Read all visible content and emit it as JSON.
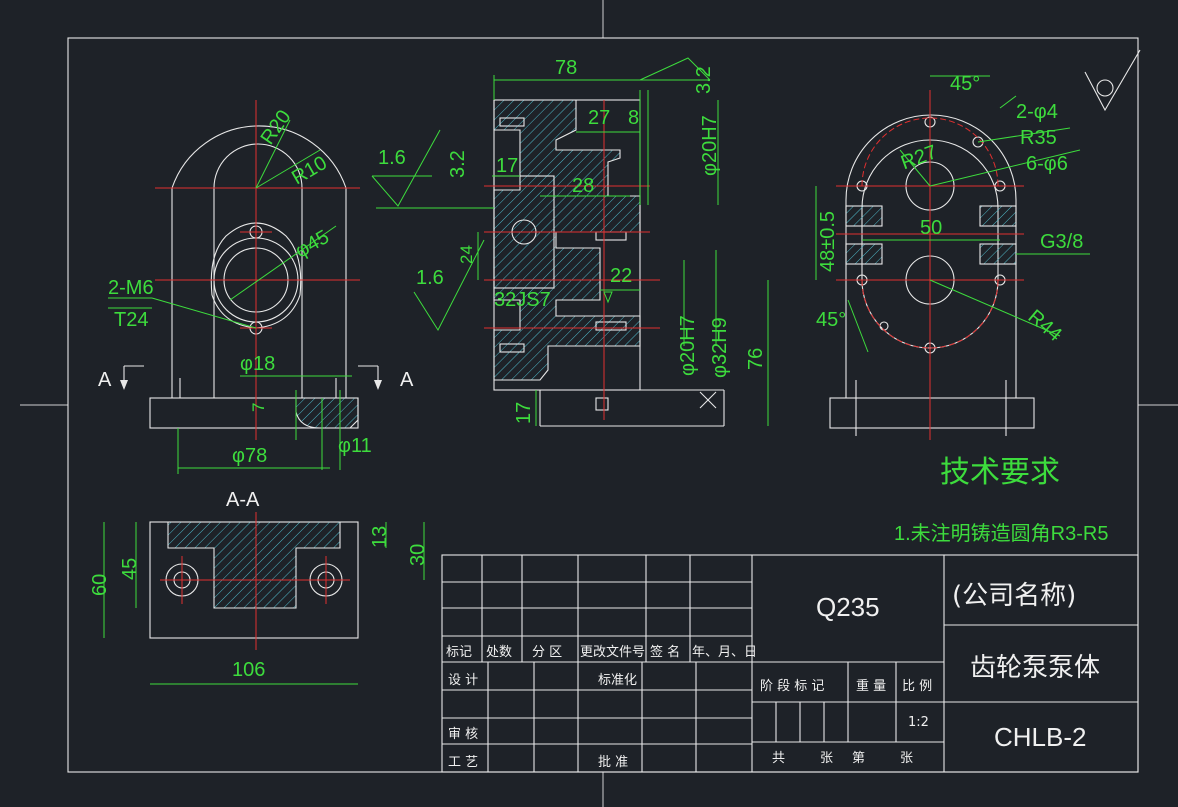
{
  "dimensions": {
    "top_width": "78",
    "dim_27": "27",
    "dim_8": "8",
    "dim_17_top": "17",
    "dim_28": "28",
    "dim_24": "24",
    "dim_22": "22",
    "dim_32js7": "32JS7",
    "dia_20h7_top": "φ20H7",
    "dia_20h7_bot": "φ20H7",
    "dia_32h9": "φ32H9",
    "dim_76": "76",
    "dim_17_bot": "17",
    "r20": "R20",
    "r10": "R10",
    "dia_45": "φ45",
    "m6": "2-M6",
    "t24": "T24",
    "dia_18": "φ18",
    "dim_7": "7",
    "dia_78": "φ78",
    "dia_11": "φ11",
    "angle_45_top": "45°",
    "holes_2_dia4": "2-φ4",
    "r35": "R35",
    "holes_6_dia6": "6-φ6",
    "r27": "R27",
    "dim_48": "48±0.5",
    "dim_50": "50",
    "g3_8": "G3/8",
    "angle_45_left": "45°",
    "r44": "R44",
    "dim_13": "13",
    "dim_30": "30",
    "dim_45": "45",
    "dim_60": "60",
    "dim_106": "106"
  },
  "roughness": {
    "r1": "1.6",
    "r2": "3.2",
    "r3": "1.6",
    "r4": "3.2"
  },
  "section": {
    "label_a_left": "A",
    "label_a_right": "A",
    "title": "A-A"
  },
  "tech_req": {
    "title": "技术要求",
    "note": "1.未注明铸造圆角R3-R5"
  },
  "title_block": {
    "material": "Q235",
    "company": "(公司名称)",
    "part_name": "齿轮泵泵体",
    "drawing_no": "CHLB-2",
    "scale": "1:2",
    "headers": {
      "mark": "标记",
      "count": "处数",
      "zone": "分 区",
      "doc_no": "更改文件号",
      "sign": "签 名",
      "date": "年、月、日",
      "design": "设 计",
      "standard": "标准化",
      "review": "审 核",
      "process": "工 艺",
      "approve": "批 准",
      "stage": "阶 段 标 记",
      "weight": "重 量",
      "ratio": "比 例",
      "total": "共",
      "sheets": "张",
      "no": "第",
      "sheet": "张"
    }
  }
}
